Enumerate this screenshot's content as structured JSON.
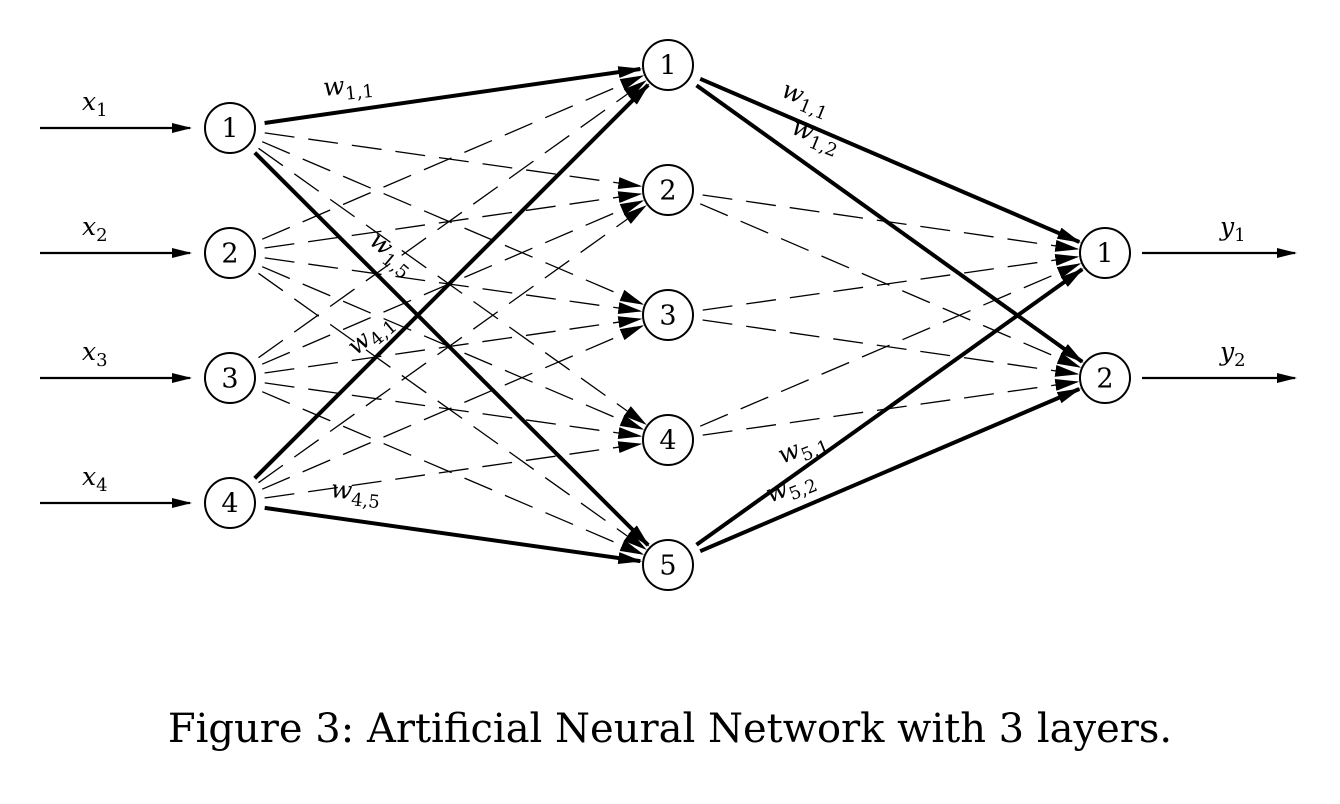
{
  "caption": "Figure 3: Artificial Neural Network with 3 layers.",
  "layers": {
    "input": [
      "1",
      "2",
      "3",
      "4"
    ],
    "hidden": [
      "1",
      "2",
      "3",
      "4",
      "5"
    ],
    "output": [
      "1",
      "2"
    ]
  },
  "inputs": [
    {
      "var": "x",
      "sub": "1"
    },
    {
      "var": "x",
      "sub": "2"
    },
    {
      "var": "x",
      "sub": "3"
    },
    {
      "var": "x",
      "sub": "4"
    }
  ],
  "outputs": [
    {
      "var": "y",
      "sub": "1"
    },
    {
      "var": "y",
      "sub": "2"
    }
  ],
  "weight_labels": {
    "in_1_1": {
      "var": "w",
      "sub": "1,1"
    },
    "in_1_5": {
      "var": "w",
      "sub": "1,5"
    },
    "in_4_1": {
      "var": "w",
      "sub": "4,1"
    },
    "in_4_5": {
      "var": "w",
      "sub": "4,5"
    },
    "out_1_1": {
      "var": "w",
      "sub": "1,1"
    },
    "out_1_2": {
      "var": "w",
      "sub": "1,2"
    },
    "out_5_1": {
      "var": "w",
      "sub": "5,1"
    },
    "out_5_2": {
      "var": "w",
      "sub": "5,2"
    }
  }
}
